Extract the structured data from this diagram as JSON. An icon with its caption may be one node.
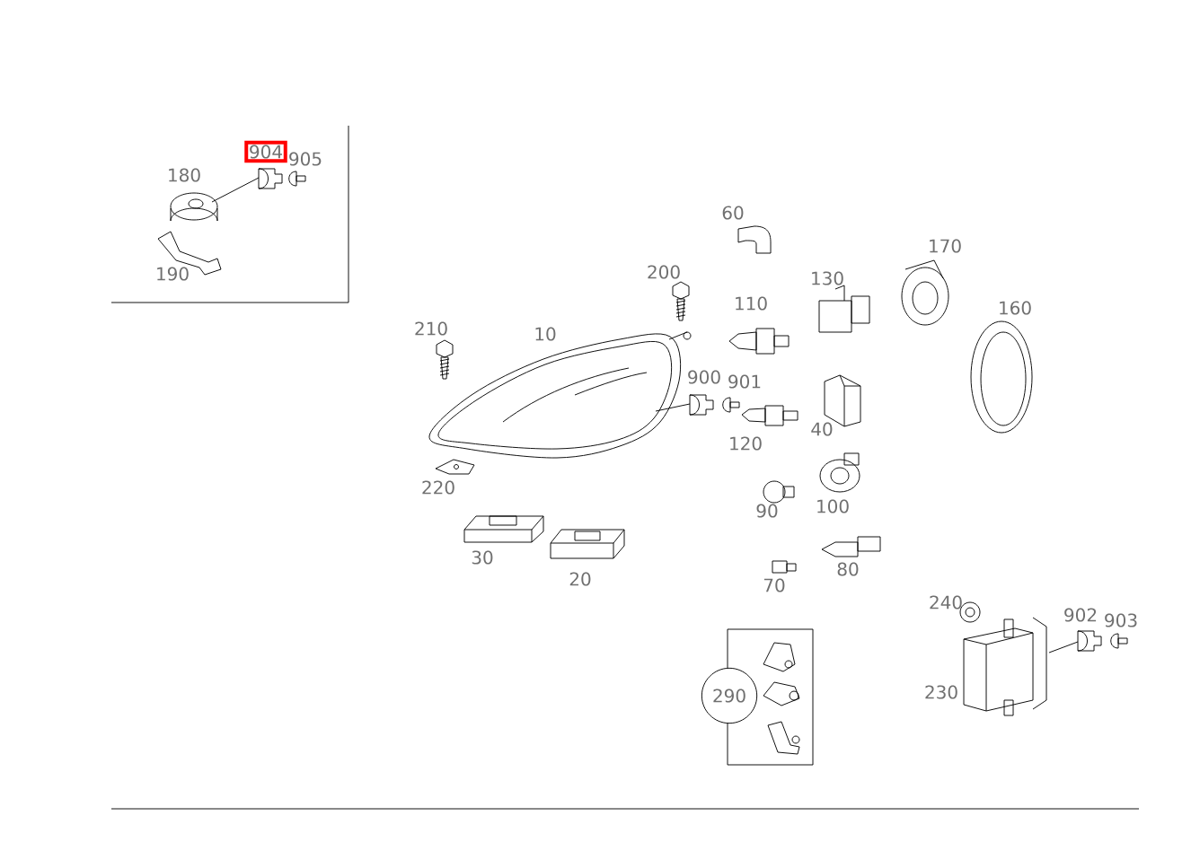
{
  "diagram": {
    "nodes": [
      {
        "text": [
          "904"
        ]
      },
      {
        "text": [
          "290"
        ]
      }
    ],
    "labels": [
      "180",
      "905",
      "190",
      "60",
      "170",
      "200",
      "130",
      "110",
      "160",
      "210",
      "10",
      "900",
      "901",
      "40",
      "120",
      "220",
      "90",
      "100",
      "30",
      "80",
      "20",
      "70",
      "240",
      "902",
      "903",
      "230"
    ]
  }
}
